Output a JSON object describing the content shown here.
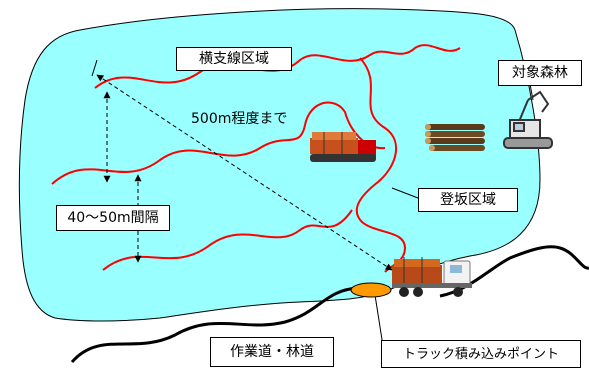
{
  "labels": {
    "lateral_line_area": "横支線区域",
    "target_forest": "対象森林",
    "distance_limit": "500m程度まで",
    "climbing_area": "登坂区域",
    "line_spacing": "40～50m間隔",
    "work_road": "作業道・林道",
    "truck_loading_point": "トラック積み込みポイント"
  },
  "colors": {
    "forest_area": "#99ffff",
    "route_line": "#ff0000",
    "road": "#000000",
    "loading_point": "#ff9900"
  },
  "icons": {
    "excavator": "excavator-icon",
    "logs": "log-pile-icon",
    "forwarder": "forwarder-icon",
    "truck": "log-truck-icon"
  }
}
